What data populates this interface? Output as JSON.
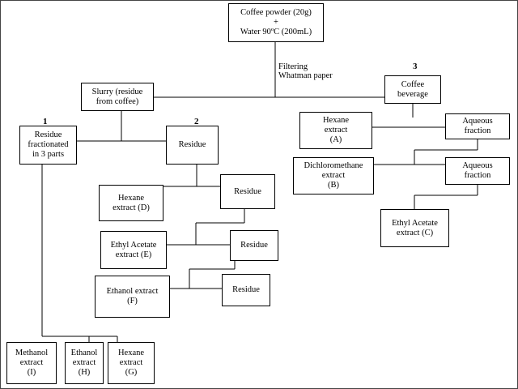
{
  "nodes": {
    "coffee_powder": {
      "lines": [
        "Coffee powder (20g)",
        "+",
        "Water 90ºC (200mL)"
      ]
    },
    "slurry": {
      "lines": [
        "Slurry (residue",
        "from coffee)"
      ]
    },
    "coffee_beverage": {
      "lines": [
        "Coffee",
        "beverage"
      ]
    },
    "residue_fractionated": {
      "lines": [
        "Residue",
        "fractionated",
        "in 3 parts"
      ]
    },
    "residue_2": {
      "lines": [
        "Residue"
      ]
    },
    "hexane_extract_d": {
      "lines": [
        "Hexane",
        "extract (D)"
      ]
    },
    "residue_3": {
      "lines": [
        "Residue"
      ]
    },
    "ethyl_acetate_extract_e": {
      "lines": [
        "Ethyl Acetate",
        "extract (E)"
      ]
    },
    "residue_4": {
      "lines": [
        "Residue"
      ]
    },
    "ethanol_extract_f": {
      "lines": [
        "Ethanol extract",
        "(F)"
      ]
    },
    "residue_5": {
      "lines": [
        "Residue"
      ]
    },
    "methanol_extract_i": {
      "lines": [
        "Methanol",
        "extract",
        "(I)"
      ]
    },
    "ethanol_extract_h": {
      "lines": [
        "Ethanol",
        "extract",
        "(H)"
      ]
    },
    "hexane_extract_g": {
      "lines": [
        "Hexane",
        "extract",
        "(G)"
      ]
    },
    "hexane_extract_a": {
      "lines": [
        "Hexane",
        "extract",
        "(A)"
      ]
    },
    "aqueous_fraction_1": {
      "lines": [
        "Aqueous",
        "fraction"
      ]
    },
    "dichloromethane_extract_b": {
      "lines": [
        "Dichloromethane",
        "extract",
        "(B)"
      ]
    },
    "aqueous_fraction_2": {
      "lines": [
        "Aqueous",
        "fraction"
      ]
    },
    "ethyl_acetate_extract_c": {
      "lines": [
        "Ethyl Acetate",
        "extract (C)"
      ]
    }
  },
  "labels": {
    "filtering": [
      "Filtering",
      "Whatman paper"
    ]
  },
  "numbers": {
    "route_1": "1",
    "route_2": "2",
    "route_3": "3"
  },
  "colors": {
    "line": "#000000",
    "border": "#000000",
    "background": "#ffffff"
  }
}
